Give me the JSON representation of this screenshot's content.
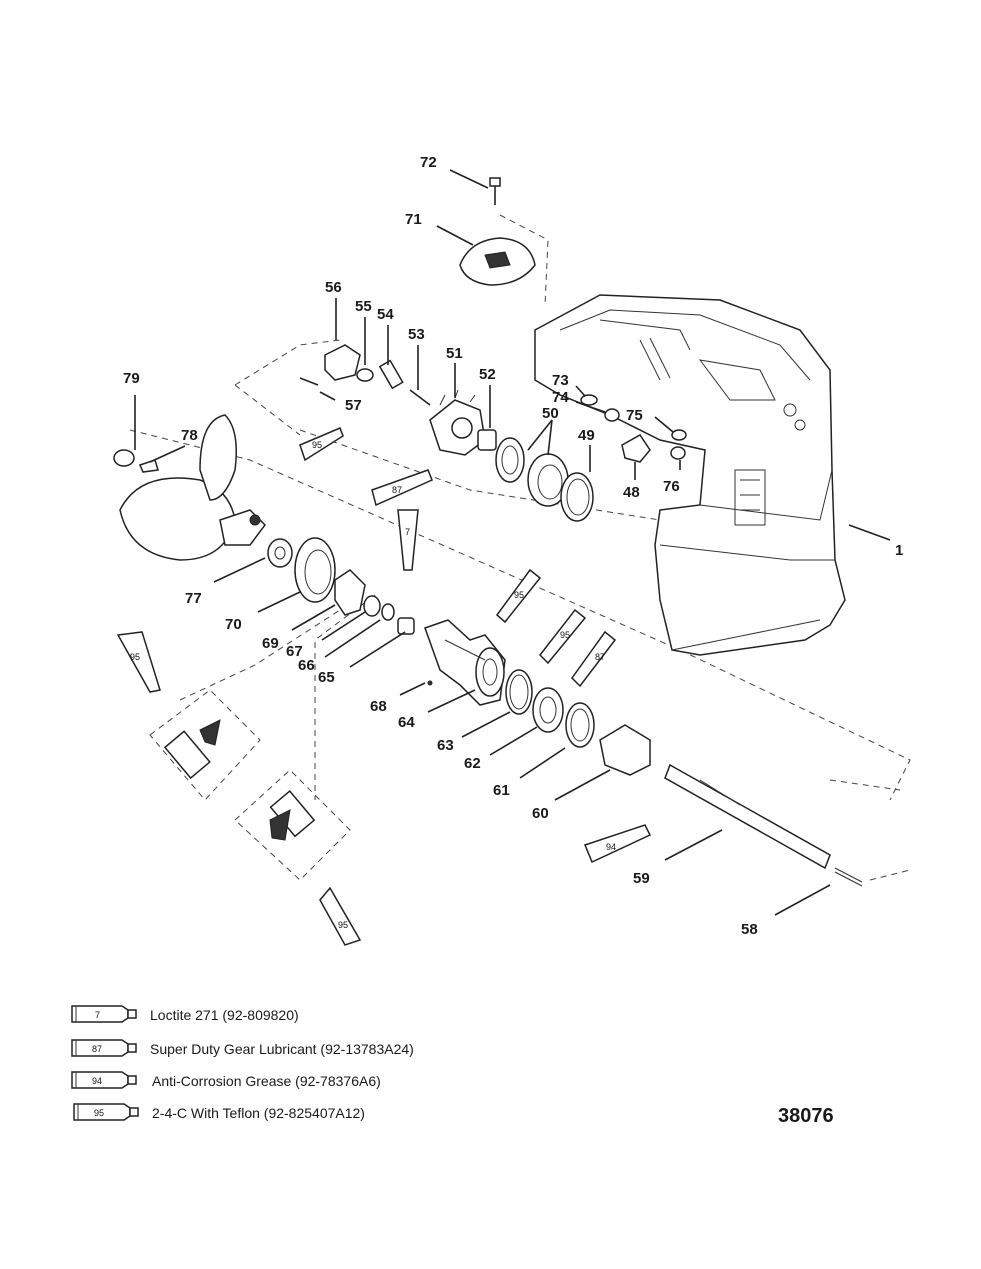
{
  "diagram": {
    "callouts": [
      "1",
      "48",
      "49",
      "50",
      "51",
      "52",
      "53",
      "54",
      "55",
      "56",
      "57",
      "58",
      "59",
      "60",
      "61",
      "62",
      "63",
      "64",
      "65",
      "66",
      "67",
      "68",
      "69",
      "70",
      "71",
      "72",
      "73",
      "74",
      "75",
      "76",
      "77",
      "78",
      "79"
    ],
    "tube_labels": {
      "t95a": "95",
      "t87a": "87",
      "t7": "7",
      "t95b": "95",
      "t95c": "95",
      "t87b": "87",
      "t95d": "95",
      "t95e": "95",
      "t94": "94"
    },
    "figure_number": "38076"
  },
  "legend": [
    {
      "code": "7",
      "text": "Loctite 271 (92-809820)"
    },
    {
      "code": "87",
      "text": "Super Duty Gear Lubricant (92-13783A24)"
    },
    {
      "code": "94",
      "text": "Anti-Corrosion Grease (92-78376A6)"
    },
    {
      "code": "95",
      "text": "2-4-C  With Teflon (92-825407A12)"
    }
  ]
}
